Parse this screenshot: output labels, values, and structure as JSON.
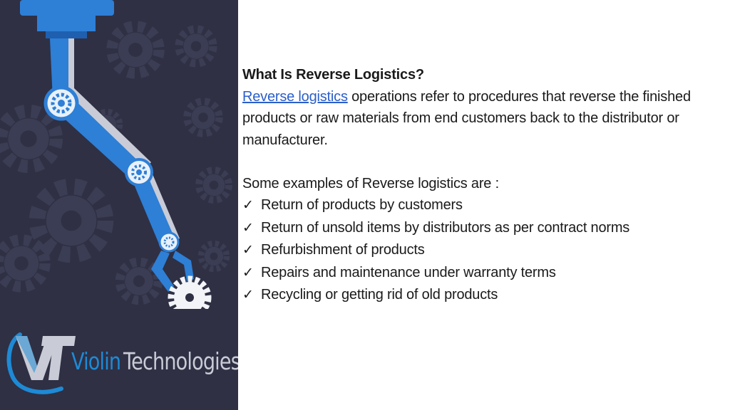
{
  "article": {
    "heading": "What Is Reverse Logistics?",
    "link_text": "Reverse logistics",
    "intro_rest": " operations refer to procedures that reverse the finished products or raw materials from end customers back to the distributor or manufacturer.",
    "examples_intro": "Some examples of Reverse logistics are :",
    "examples": [
      "Return of products by customers",
      "Return of unsold items by distributors as per contract norms",
      "Refurbishment of products",
      "Repairs and maintenance under warranty terms",
      "Recycling or getting rid of old products"
    ]
  },
  "logo": {
    "monogram": "VT",
    "word1": "Violin",
    "word2": "Technologies"
  },
  "icons": {
    "check": "checkmark-icon",
    "arm": "robotic-arm-illustration",
    "gears": "gear-icon"
  },
  "colors": {
    "panel_bg": "#2f3044",
    "arm_blue": "#2e7fd6",
    "link": "#2b5fc9",
    "logo_blue": "#1e8ad6",
    "logo_grey": "#c9ccd6"
  }
}
